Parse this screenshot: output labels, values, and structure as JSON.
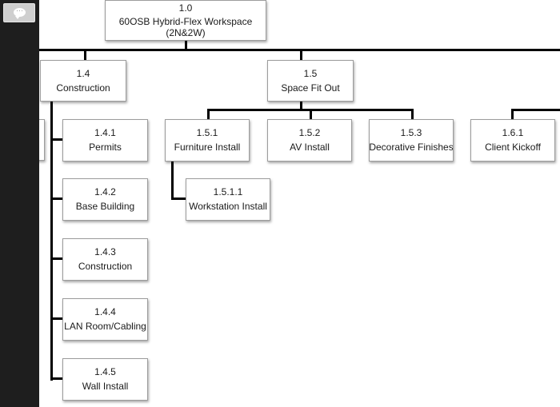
{
  "sidebar": {
    "chat_icon": "chat-bubble-icon"
  },
  "wbs": {
    "root": {
      "number": "1.0",
      "line1": "60OSB Hybrid-Flex Workspace",
      "line2": "(2N&2W)"
    },
    "n1_4": {
      "number": "1.4",
      "label": "Construction"
    },
    "n1_5": {
      "number": "1.5",
      "label": "Space Fit Out"
    },
    "n1_4_1": {
      "number": "1.4.1",
      "label": "Permits"
    },
    "n1_4_2": {
      "number": "1.4.2",
      "label": "Base Building"
    },
    "n1_4_3": {
      "number": "1.4.3",
      "label": "Construction"
    },
    "n1_4_4": {
      "number": "1.4.4",
      "label": "LAN Room/Cabling"
    },
    "n1_4_5": {
      "number": "1.4.5",
      "label": "Wall Install"
    },
    "n1_5_1": {
      "number": "1.5.1",
      "label": "Furniture Install"
    },
    "n1_5_2": {
      "number": "1.5.2",
      "label": "AV Install"
    },
    "n1_5_3": {
      "number": "1.5.3",
      "label": "Decorative Finishes"
    },
    "n1_5_1_1": {
      "number": "1.5.1.1",
      "label": "Workstation Install"
    },
    "n1_6_1": {
      "number": "1.6.1",
      "label": "Client Kickoff"
    }
  }
}
